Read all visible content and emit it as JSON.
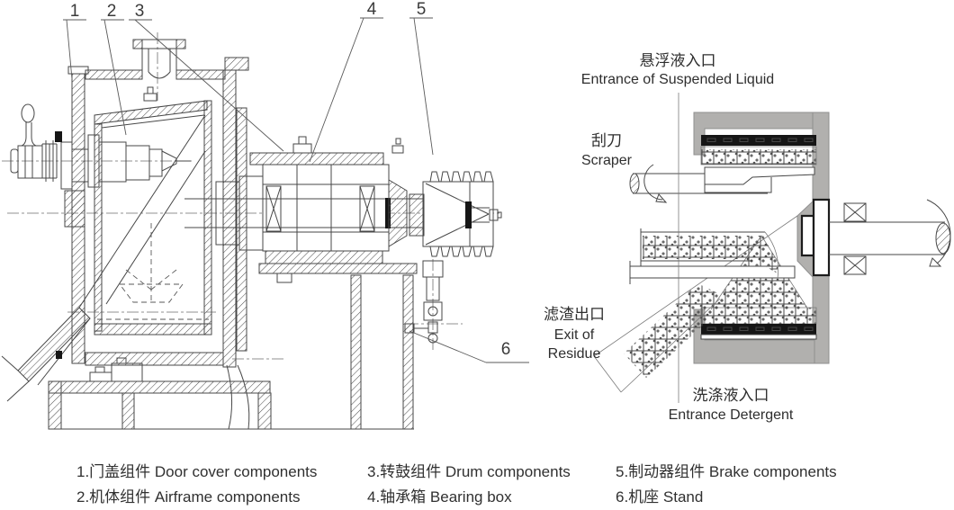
{
  "callouts": {
    "items": [
      "1",
      "2",
      "3",
      "4",
      "5",
      "6"
    ]
  },
  "labels": {
    "suspended_zh": "悬浮液入口",
    "suspended_en": "Entrance of Suspended Liquid",
    "scraper_zh": "刮刀",
    "scraper_en": "Scraper",
    "residue_zh": "滤渣出口",
    "residue_en_line1": "Exit of",
    "residue_en_line2": "Residue",
    "detergent_zh": "洗涤液入口",
    "detergent_en": "Entrance Detergent"
  },
  "legend": {
    "items": [
      "1.门盖组件 Door cover components",
      "2.机体组件 Airframe components",
      "3.转鼓组件 Drum components",
      "4.轴承箱 Bearing box",
      "5.制动器组件 Brake components",
      "6.机座 Stand"
    ]
  },
  "colors": {
    "line": "#474747",
    "housing_gray": "#b1b0ae",
    "band_black": "#161616",
    "background": "#ffffff"
  }
}
